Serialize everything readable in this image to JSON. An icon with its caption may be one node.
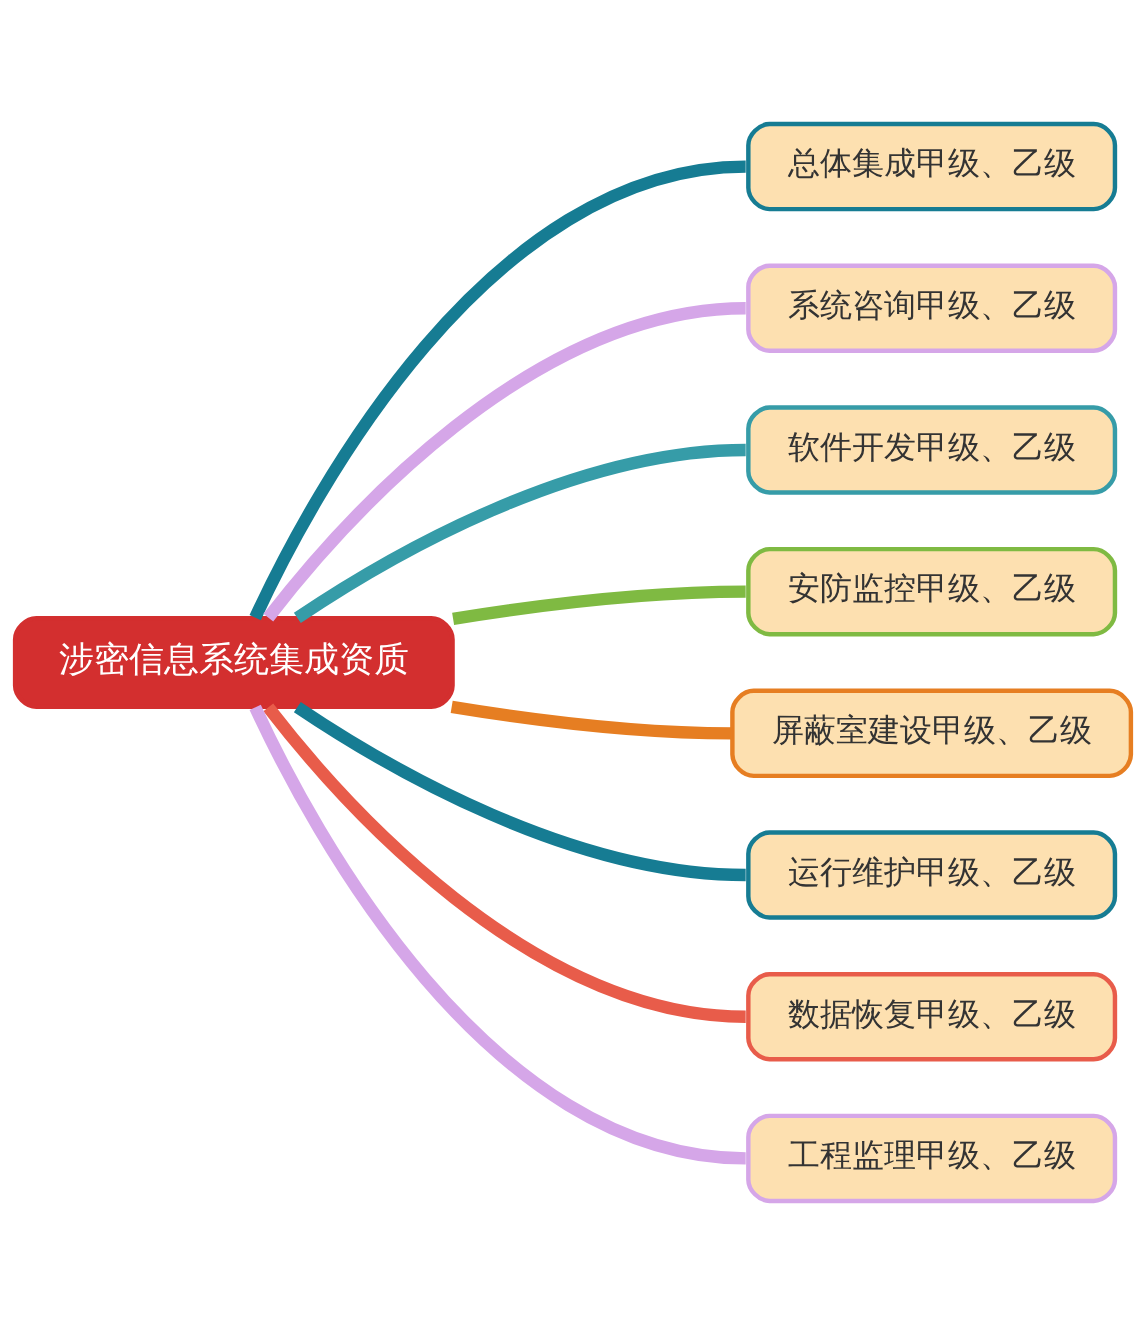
{
  "diagram": {
    "nodes": [
      {
        "text": [
          "涉密信息系统集成资质"
        ]
      },
      {
        "text": [
          "总体集成甲级、乙级"
        ]
      },
      {
        "text": [
          "系统咨询甲级、乙级"
        ]
      },
      {
        "text": [
          "软件开发甲级、乙级"
        ]
      },
      {
        "text": [
          "安防监控甲级、乙级"
        ]
      },
      {
        "text": [
          "屏蔽室建设甲级、乙级"
        ]
      },
      {
        "text": [
          "运行维护甲级、乙级"
        ]
      },
      {
        "text": [
          "数据恢复甲级、乙级"
        ]
      },
      {
        "text": [
          "工程监理甲级、乙级"
        ]
      }
    ],
    "edges": [
      {
        "from": 0,
        "to": 1,
        "arrow": "none",
        "color": "#167c93"
      },
      {
        "from": 0,
        "to": 2,
        "arrow": "none",
        "color": "#d5a6e8"
      },
      {
        "from": 0,
        "to": 3,
        "arrow": "none",
        "color": "#369ca8"
      },
      {
        "from": 0,
        "to": 4,
        "arrow": "none",
        "color": "#7fba42"
      },
      {
        "from": 0,
        "to": 5,
        "arrow": "none",
        "color": "#e67e22"
      },
      {
        "from": 0,
        "to": 6,
        "arrow": "none",
        "color": "#167c93"
      },
      {
        "from": 0,
        "to": 7,
        "arrow": "none",
        "color": "#e85c4a"
      },
      {
        "from": 0,
        "to": 8,
        "arrow": "none",
        "color": "#d5a6e8"
      }
    ]
  }
}
